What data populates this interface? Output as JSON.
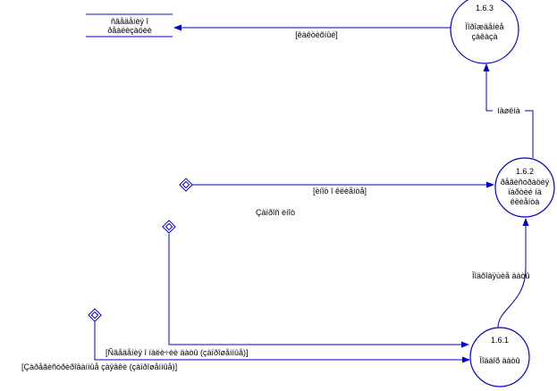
{
  "colors": {
    "line": "#0000cc",
    "shape_stroke": "#0000cc",
    "text": "#000000",
    "background": "#ffffff"
  },
  "datastore": {
    "line1": "ñâåäåíèÿ î",
    "line2": "ðåàëèçàöèè"
  },
  "processes": {
    "p163": {
      "id": "1.6.3",
      "line1": "Ïîðîæäåíèå",
      "line2": "çàêàçà"
    },
    "p162": {
      "id": "1.6.2",
      "line1": "ðåãèñòðàöèÿ",
      "line2": "ïàðòèé íà",
      "line3": "êëèåíòà"
    },
    "p161": {
      "id": "1.6.1",
      "line1": "Ïîäáîð äàòû"
    }
  },
  "flows": {
    "to_datastore": "[êàêòèõíûé]",
    "to_163": "íàøëíà",
    "client_label": "[èíîò î êëèåíòå]",
    "to_162": "Ïîäõîäÿùèå äàòû",
    "service_label": "Çàïðîñ èíîò",
    "list_label": "[Ñâåäåíèÿ î íàëè÷èè äàòû (çàïðîøåííûå)]",
    "reg_label": "[Çàðåãèñòðèðîâàííûå çàÿâêè (çàïðîøåííûå)]"
  }
}
